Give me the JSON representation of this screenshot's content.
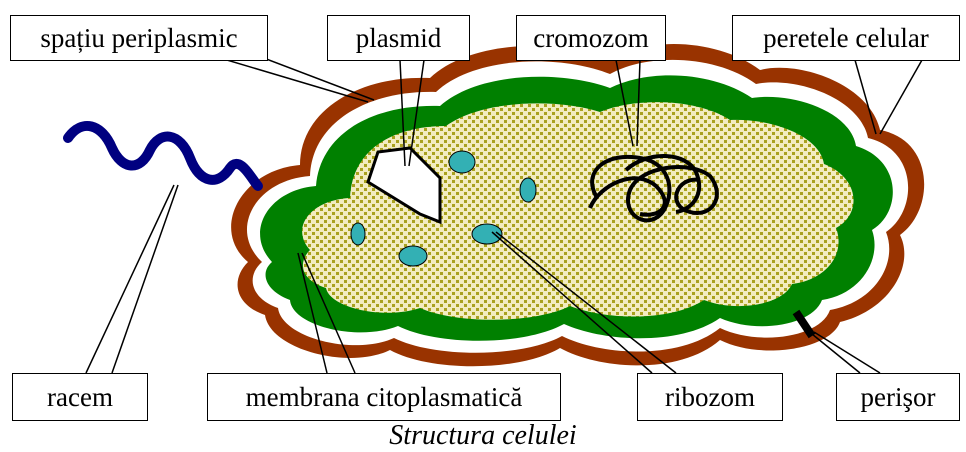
{
  "labels": {
    "periplasmic_space": "spațiu periplasmic",
    "plasmid": "plasmid",
    "chromosome": "cromozom",
    "cell_wall": "peretele celular",
    "flagellum": "racem",
    "cytoplasmic_membrane": "membrana citoplasmatică",
    "ribosome": "ribozom",
    "pilus": "perişor"
  },
  "caption": "Structura celulei",
  "colors": {
    "cell_wall": "#993300",
    "membrane": "#008000",
    "cytoplasm": "#f2ecc0",
    "cytoplasm_dots": "#a9a11e",
    "ribosome": "#33b0b4",
    "flagellum": "#000080",
    "line": "#000000"
  }
}
